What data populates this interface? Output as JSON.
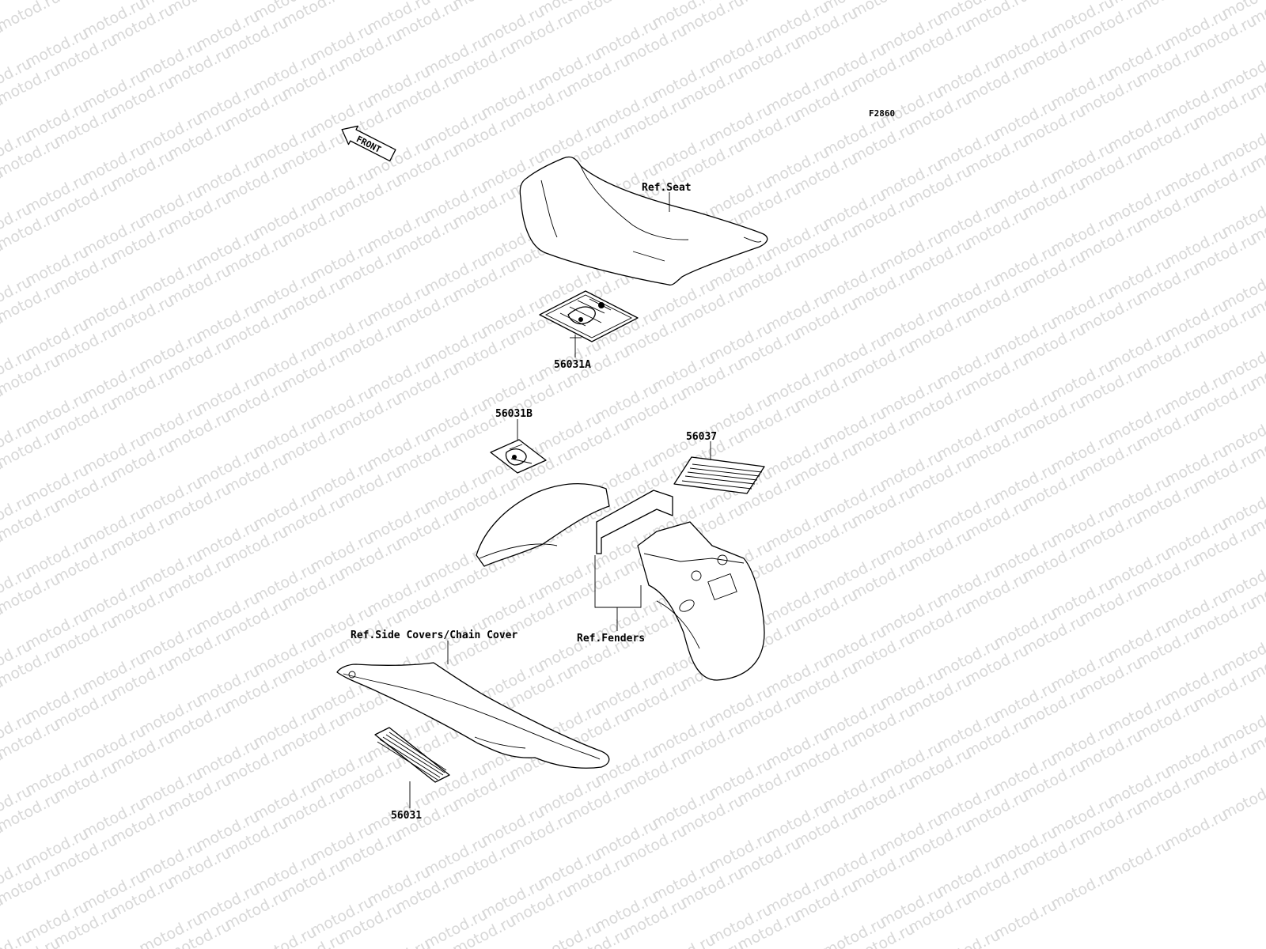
{
  "figure_code": "F2860",
  "front_arrow_text": "FRONT",
  "watermark_text": "motod.ru",
  "labels": {
    "ref_seat": "Ref.Seat",
    "part_56031A": "56031A",
    "part_56031B": "56031B",
    "part_56037": "56037",
    "ref_fenders": "Ref.Fenders",
    "ref_side_covers": "Ref.Side Covers/Chain Cover",
    "part_56031": "56031"
  },
  "colors": {
    "line": "#000000",
    "watermark": "#d8d8d8",
    "background": "#ffffff"
  }
}
